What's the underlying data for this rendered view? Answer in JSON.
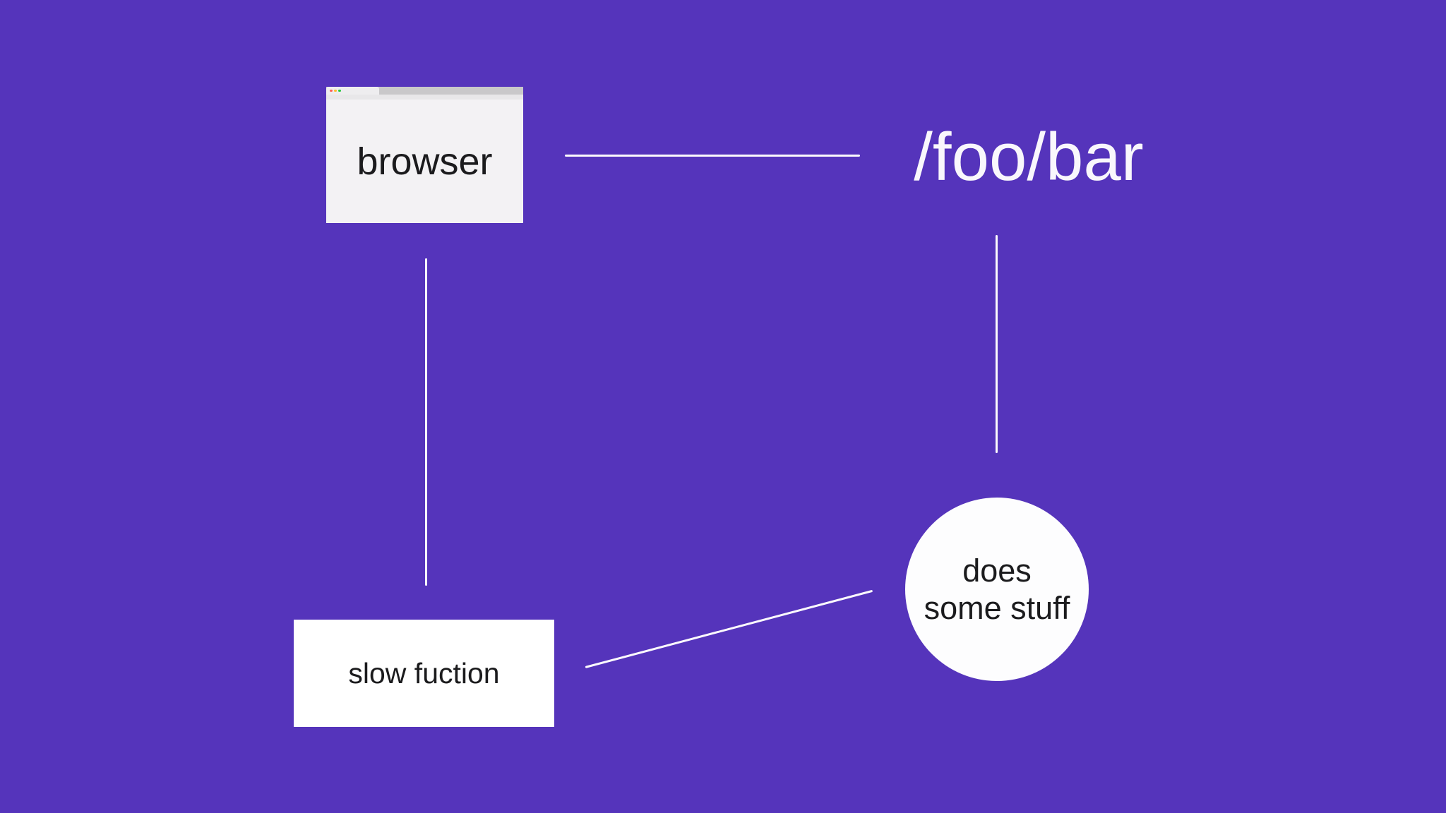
{
  "canvas": {
    "background": "#5534bb"
  },
  "connectors": {
    "color": "#fcfafd",
    "items": [
      {
        "name": "browser-to-route"
      },
      {
        "name": "route-to-handler"
      },
      {
        "name": "browser-to-slow-function"
      },
      {
        "name": "slow-function-to-handler"
      }
    ]
  },
  "nodes": {
    "browser": {
      "label": "browser",
      "text_color": "#1b1b1d",
      "window": {
        "titlebar_color": "#c9c8ca",
        "tab_color": "#eeedef",
        "toolbar_color": "#e8e7e9",
        "body_color": "#f3f2f4",
        "traffic_lights": [
          {
            "name": "close",
            "color": "#ff5f57"
          },
          {
            "name": "minimize",
            "color": "#febc2e"
          },
          {
            "name": "zoom",
            "color": "#28c840"
          }
        ]
      }
    },
    "route": {
      "label": "/foo/bar",
      "text_color": "#f9f7fc"
    },
    "handler": {
      "label_line1": "does",
      "label_line2": "some stuff",
      "fill": "#fdfdfe",
      "text_color": "#1b1b1d"
    },
    "slow_function": {
      "label": "slow fuction",
      "fill": "#ffffff",
      "text_color": "#1b1b1d"
    }
  }
}
